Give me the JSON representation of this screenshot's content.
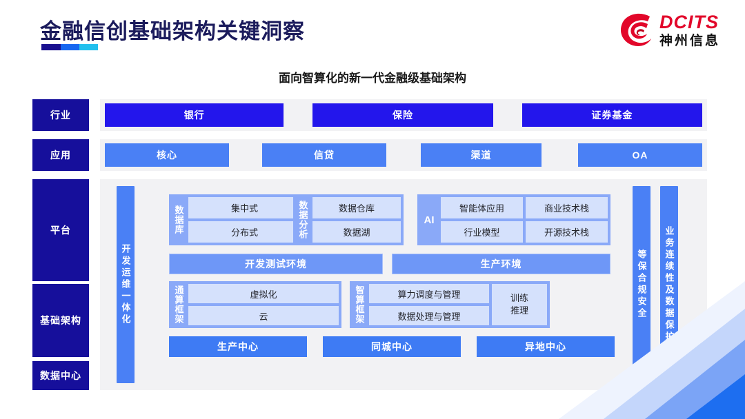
{
  "header": {
    "title": "金融信创基础架构关键洞察",
    "logo": {
      "en": "DCITS",
      "cn": "神州信息",
      "mark": "swirl-logo-icon"
    }
  },
  "subtitle": "面向智算化的新一代金融级基础架构",
  "rail": {
    "industry": "行业",
    "application": "应用",
    "platform": "平台",
    "infrastructure": "基础架构",
    "datacenter": "数据中心"
  },
  "industry": [
    "银行",
    "保险",
    "证券基金"
  ],
  "applications": [
    "核心",
    "信贷",
    "渠道",
    "OA"
  ],
  "side_bars": {
    "devops": "开发运维一体化",
    "security": "等保合规安全",
    "continuity": "业务连续性及数据保护"
  },
  "groups": {
    "database": {
      "label": "数据库",
      "cells": [
        "集中式",
        "分布式"
      ]
    },
    "data_analysis": {
      "label": "数据分析",
      "cells": [
        "数据仓库",
        "数据湖"
      ]
    },
    "ai": {
      "label": "AI",
      "cells": [
        "智能体应用",
        "商业技术栈",
        "行业模型",
        "开源技术栈"
      ]
    },
    "general_compute": {
      "label": "通算框架",
      "cells": [
        "虚拟化",
        "云"
      ]
    },
    "intelligent_compute": {
      "label": "智算框架",
      "cells": [
        "算力调度与管理",
        "数据处理与管理"
      ],
      "side_line1": "训练",
      "side_line2": "推理"
    }
  },
  "environments": [
    "开发测试环境",
    "生产环境"
  ],
  "data_centers": [
    "生产中心",
    "同城中心",
    "异地中心"
  ],
  "colors": {
    "title": "#1b1b5c",
    "rail": "#160f9b",
    "industry_chip": "#2316ec",
    "app_chip": "#4a80f5",
    "group_bg": "#8aa9f8",
    "cell_bg": "#d5e1fc",
    "panel_bg": "#f2f2f4",
    "logo_red": "#e2072a"
  }
}
